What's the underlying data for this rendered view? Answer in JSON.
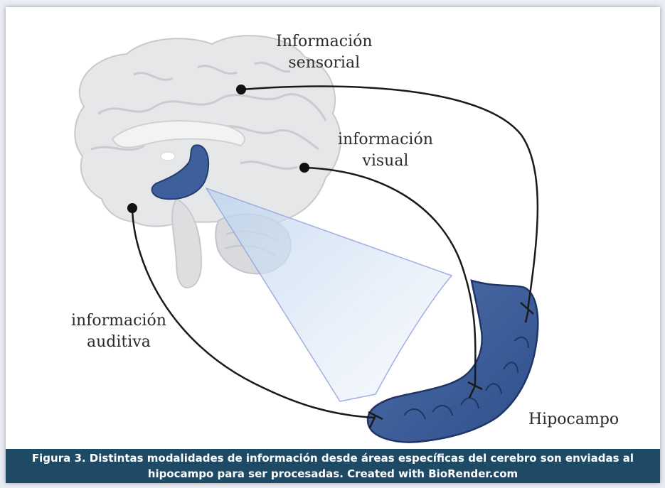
{
  "labels": {
    "sensorial": {
      "line1": "Información",
      "line2": "sensorial"
    },
    "visual": {
      "line1": "información",
      "line2": "visual"
    },
    "auditiva": {
      "line1": "información",
      "line2": "auditiva"
    },
    "hipocampo": "Hipocampo"
  },
  "caption": {
    "line1": "Figura 3. Distintas modalidades de información desde áreas específicas del cerebro son enviadas al",
    "line2": "hipocampo para ser procesadas. Created with BioRender.com"
  },
  "colors": {
    "hippocampus": "#3d5f9c",
    "brain": "#e6e7e8",
    "caption_bg": "#1e4a66"
  }
}
